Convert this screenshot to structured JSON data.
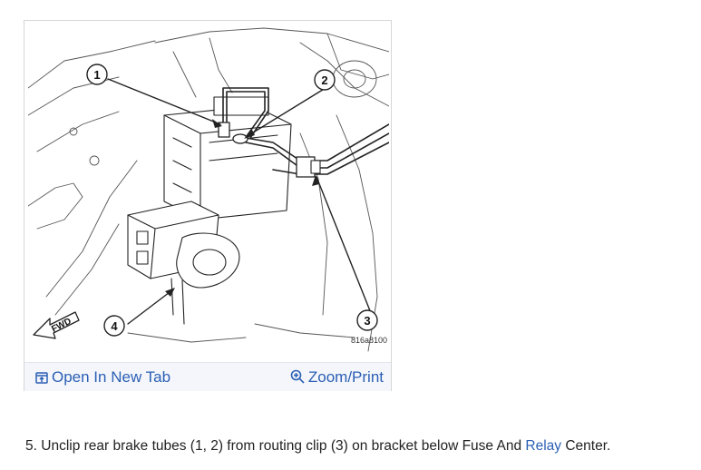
{
  "figure": {
    "code": "816a8100",
    "callouts": [
      "1",
      "2",
      "3",
      "4"
    ],
    "fwd_label": "FWD"
  },
  "toolbar": {
    "open_tab_label": "Open In New Tab",
    "zoom_label": "Zoom/Print",
    "open_tab_icon": "open-new-tab-icon",
    "zoom_icon": "zoom-magnifier-icon",
    "link_color": "#2b5fb4"
  },
  "instruction": {
    "number": "5.",
    "text_before": "Unclip rear brake tubes (1, 2) from routing clip (3) on bracket below Fuse And",
    "highlight": "Relay",
    "text_after": "Center."
  }
}
